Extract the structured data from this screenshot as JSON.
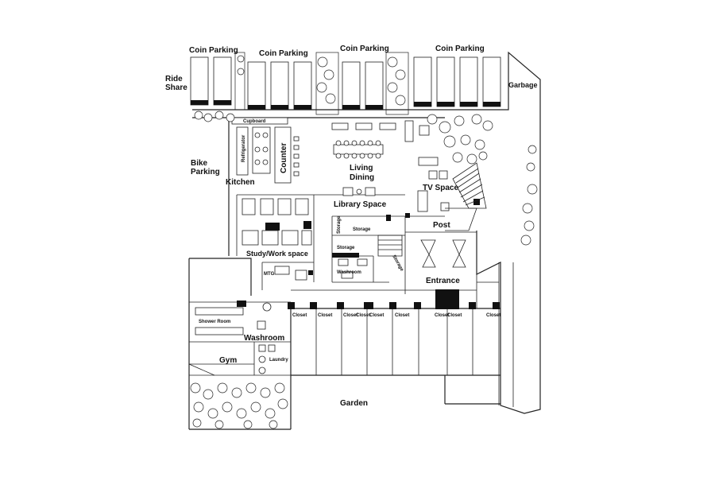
{
  "plan": {
    "labels": {
      "coin_parking": "Coin Parking",
      "ride_share": "Ride\nShare",
      "garbage": "Garbage",
      "bike_parking": "Bike\nParking",
      "cupboard": "Cupboard",
      "refrigerator": "Refrigerator",
      "counter": "Counter",
      "kitchen": "Kitchen",
      "living_dining": "Living\nDining",
      "tv_space": "TV Space",
      "library_space": "Library Space",
      "post": "Post",
      "storage": "Storage",
      "study_work_space": "Study/Work space",
      "mtg": "MTG",
      "washroom": "Washroom",
      "entrance": "Entrance",
      "shower_room": "Shower Room",
      "laundry": "Laundry",
      "gym": "Gym",
      "garden": "Garden",
      "closet": "Closet"
    }
  }
}
